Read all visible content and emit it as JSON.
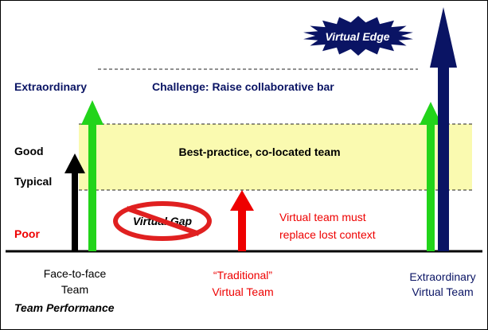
{
  "colors": {
    "navy": "#0a1464",
    "red": "#ee0000",
    "green": "#22d41a",
    "black": "#000000",
    "band": "#fafab0"
  },
  "levels": {
    "extraordinary": "Extraordinary",
    "good": "Good",
    "typical": "Typical",
    "poor": "Poor"
  },
  "challenge": "Challenge: Raise collaborative  bar",
  "band_label": "Best-practice, co-located team",
  "virtual_edge": "Virtual Edge",
  "virtual_gap": "Virtual Gap",
  "note": {
    "line1": "Virtual team must",
    "line2": "replace lost context"
  },
  "columns": {
    "face_to_face": {
      "line1": "Face-to-face",
      "line2": "Team"
    },
    "traditional": {
      "line1": "“Traditional”",
      "line2": "Virtual Team"
    },
    "extraordinary": {
      "line1": "Extraordinary",
      "line2": "Virtual Team"
    }
  },
  "footer": "Team Performance"
}
